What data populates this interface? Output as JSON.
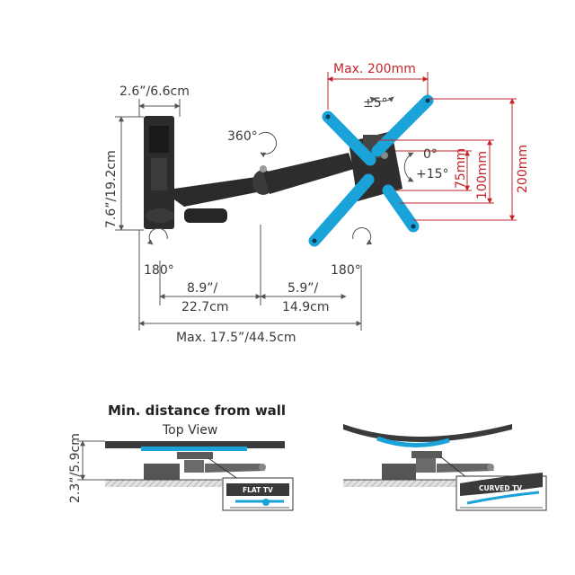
{
  "dims": {
    "depth": "2.6”/6.6cm",
    "height": "7.6”/19.2cm",
    "rot360": "360°",
    "rot180_left": "180°",
    "rot180_right": "180°",
    "tilt_pm5": "±5°",
    "tilt_0": "0°",
    "tilt_15": "+15°",
    "arm1_a": "8.9”/",
    "arm1_b": "22.7cm",
    "arm2_a": "5.9”/",
    "arm2_b": "14.9cm",
    "max_ext": "Max. 17.5”/44.5cm"
  },
  "vesa": {
    "max_width": "Max. 200mm",
    "v75": "75mm",
    "v100": "100mm",
    "v200": "200mm"
  },
  "wall": {
    "title": "Min. distance from wall",
    "subtitle": "Top View",
    "distance": "2.3”/5.9cm",
    "flat_label": "FLAT TV",
    "curved_label": "CURVED TV"
  },
  "colors": {
    "accent_blue": "#1aa3d9",
    "dim_red": "#c3262c",
    "mount_dark": "#2c2c2c",
    "dim_gray": "#555555"
  }
}
